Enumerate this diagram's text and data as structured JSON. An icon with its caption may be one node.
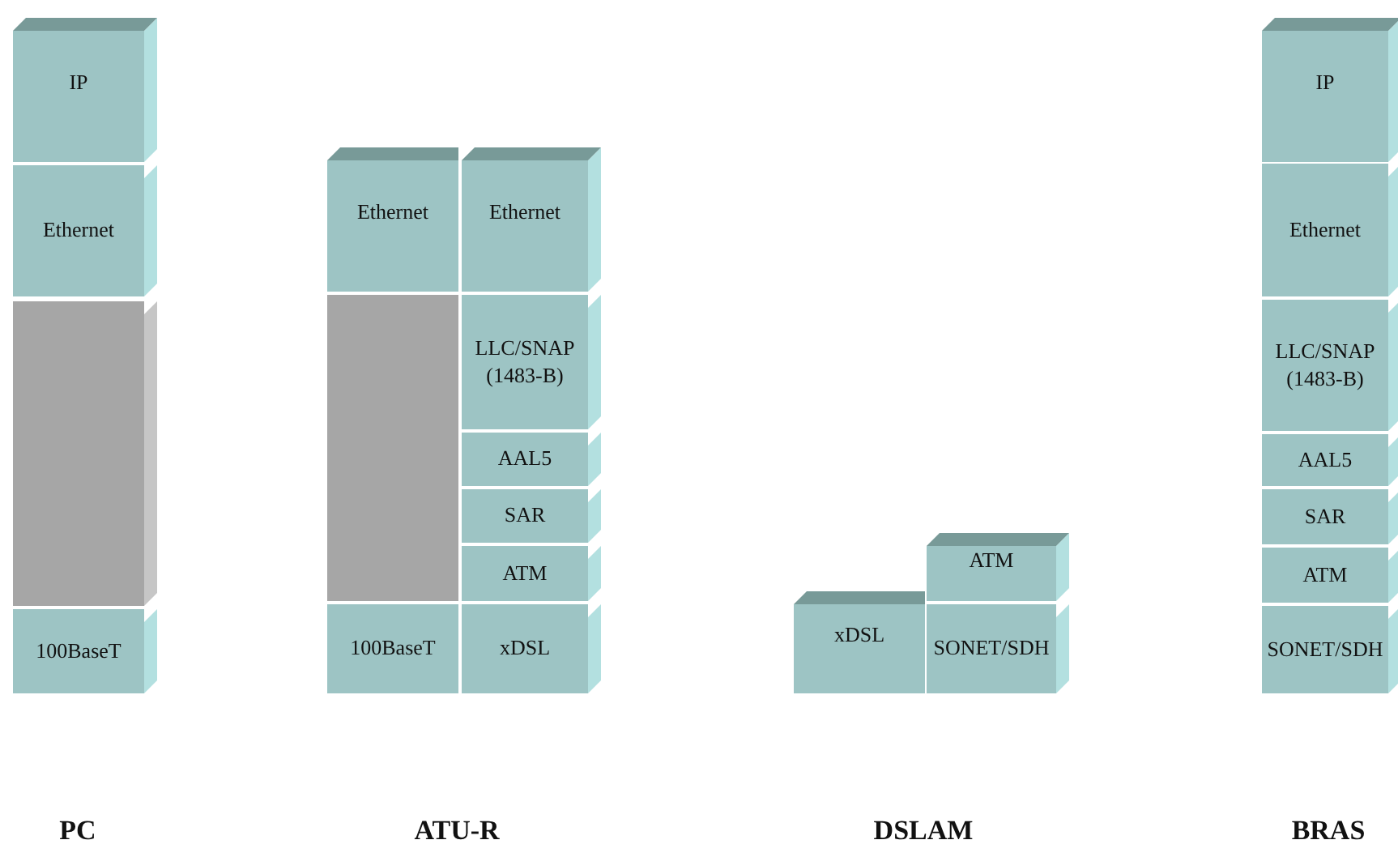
{
  "diagram": {
    "nodes": [
      {
        "text": [
          "IP"
        ]
      },
      {
        "text": [
          "Ethernet"
        ]
      },
      {
        "text": [],
        "shape": "box"
      },
      {
        "text": [
          "100BaseT"
        ]
      },
      {
        "text": [
          "Ethernet"
        ]
      },
      {
        "text": [
          "Ethernet"
        ]
      },
      {
        "text": [],
        "shape": "box"
      },
      {
        "text": [
          "LLC/SNAP (1483-B)"
        ]
      },
      {
        "text": [
          "AAL5"
        ]
      },
      {
        "text": [
          "SAR"
        ]
      },
      {
        "text": [
          "ATM"
        ]
      },
      {
        "text": [
          "100BaseT"
        ]
      },
      {
        "text": [
          "xDSL"
        ]
      },
      {
        "text": [
          "ATM"
        ]
      },
      {
        "text": [
          "xDSL"
        ]
      },
      {
        "text": [
          "SONET/SDH"
        ]
      },
      {
        "text": [
          "IP"
        ]
      },
      {
        "text": [
          "Ethernet"
        ]
      },
      {
        "text": [
          "LLC/SNAP (1483-B)"
        ]
      },
      {
        "text": [
          "AAL5"
        ]
      },
      {
        "text": [
          "SAR"
        ]
      },
      {
        "text": [
          "ATM"
        ]
      },
      {
        "text": [
          "SONET/SDH"
        ]
      }
    ],
    "labels": [
      "PC",
      "ATU-R",
      "DSLAM",
      "BRAS"
    ]
  }
}
